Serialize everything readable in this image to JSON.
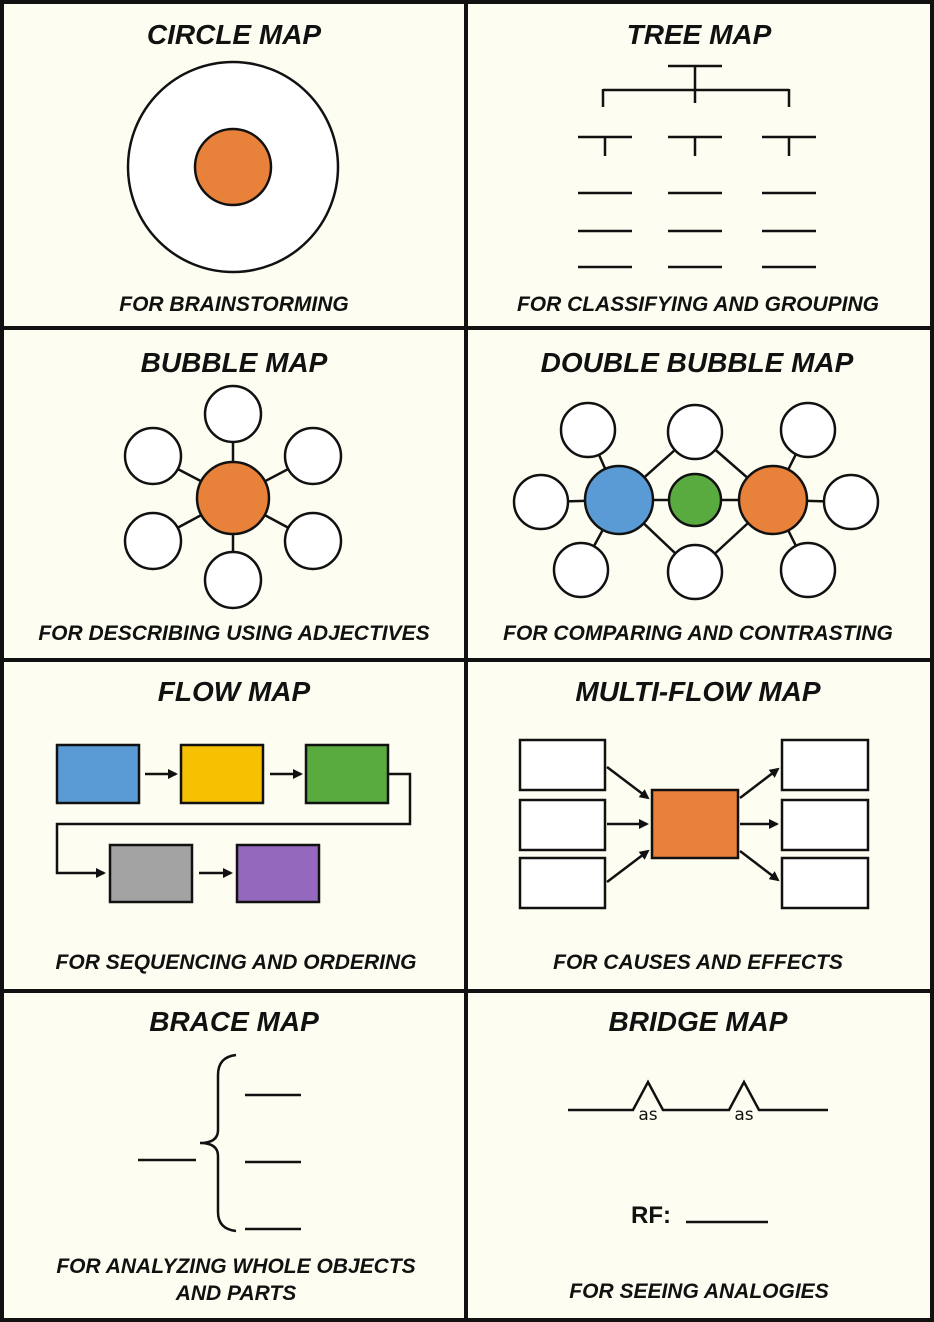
{
  "colors": {
    "background": "#fdfdf1",
    "orange": "#e8813a",
    "blue": "#5b9bd5",
    "green": "#5aab3f",
    "yellow": "#f5c100",
    "gray": "#a3a3a3",
    "purple": "#9469bd",
    "white": "#ffffff"
  },
  "maps": [
    {
      "title": "CIRCLE MAP",
      "caption": "FOR BRAINSTORMING"
    },
    {
      "title": "TREE MAP",
      "caption": "FOR CLASSIFYING AND GROUPING"
    },
    {
      "title": "BUBBLE MAP",
      "caption": "FOR DESCRIBING USING ADJECTIVES"
    },
    {
      "title": "DOUBLE BUBBLE MAP",
      "caption": "FOR COMPARING AND CONTRASTING"
    },
    {
      "title": "FLOW MAP",
      "caption": "FOR SEQUENCING AND ORDERING"
    },
    {
      "title": "MULTI-FLOW MAP",
      "caption": "FOR CAUSES AND EFFECTS"
    },
    {
      "title": "BRACE MAP",
      "caption_line1": "FOR ANALYZING WHOLE OBJECTS",
      "caption_line2": "AND PARTS"
    },
    {
      "title": "BRIDGE MAP",
      "caption": "FOR SEEING ANALOGIES",
      "relation_label": "as",
      "rf_label": "RF:"
    }
  ]
}
